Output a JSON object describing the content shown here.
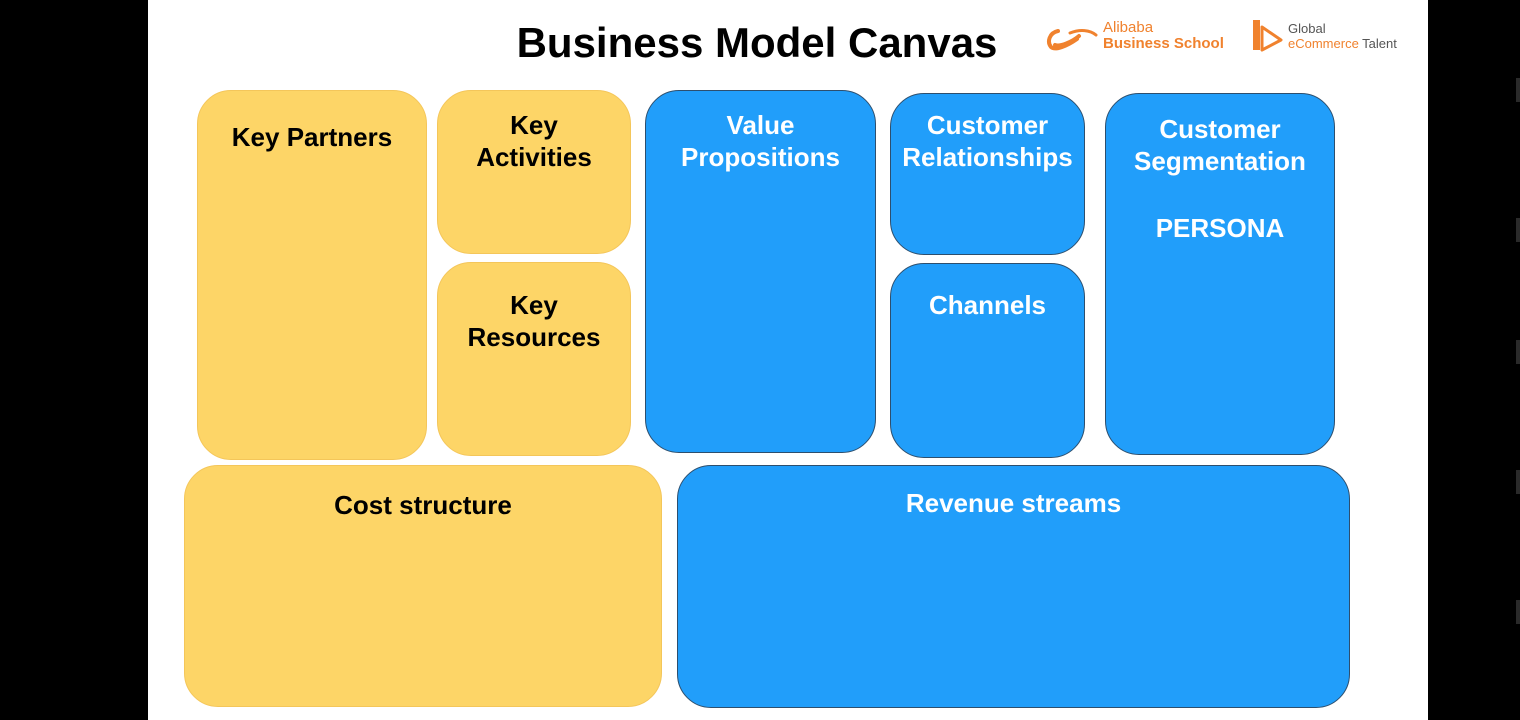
{
  "title": "Business Model Canvas",
  "logos": {
    "alibaba": {
      "line1": "Alibaba",
      "line2": "Business School"
    },
    "global": {
      "line1": "Global",
      "line2_accent": "eCommerce",
      "line2_rest": " Talent"
    }
  },
  "blocks": {
    "key_partners": "Key Partners",
    "key_activities": "Key\nActivities",
    "key_resources": "Key\nResources",
    "value_propositions": "Value\nPropositions",
    "customer_relationships": "Customer\nRelationships",
    "channels": "Channels",
    "customer_segmentation": "Customer\nSegmentation",
    "customer_segmentation_sub": "PERSONA",
    "cost_structure": "Cost structure",
    "revenue_streams": "Revenue streams"
  },
  "colors": {
    "yellow_block": "#fdd567",
    "blue_block": "#219efa",
    "brand_orange": "#f0822e"
  }
}
